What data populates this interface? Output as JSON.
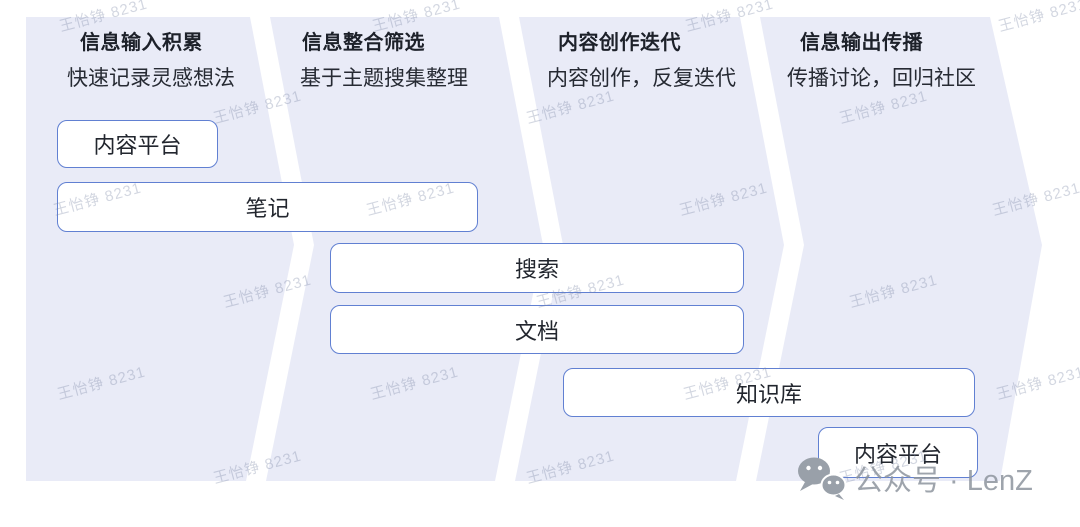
{
  "watermark": {
    "text": "王怡铮 8231"
  },
  "columns": [
    {
      "title": "信息输入积累",
      "subtitle": "快速记录灵感想法"
    },
    {
      "title": "信息整合筛选",
      "subtitle": "基于主题搜集整理"
    },
    {
      "title": "内容创作迭代",
      "subtitle": "内容创作，反复迭代"
    },
    {
      "title": "信息输出传播",
      "subtitle": "传播讨论，回归社区"
    }
  ],
  "bars": [
    {
      "label": "内容平台",
      "phase_span": "1"
    },
    {
      "label": "笔记",
      "phase_span": "1-2"
    },
    {
      "label": "搜索",
      "phase_span": "2-3"
    },
    {
      "label": "文档",
      "phase_span": "2-3"
    },
    {
      "label": "知识库",
      "phase_span": "3-4"
    },
    {
      "label": "内容平台",
      "phase_span": "4"
    }
  ],
  "footer": {
    "text": "公众号 · LenZ",
    "icon": "wechat-icon"
  },
  "colors": {
    "panel": "#e9ebf7",
    "bar_border": "#6180d2",
    "bar_fill": "#ffffff",
    "text": "#22262e",
    "footer_gray": "#8d949e",
    "watermark_gray": "#7a86a4"
  }
}
